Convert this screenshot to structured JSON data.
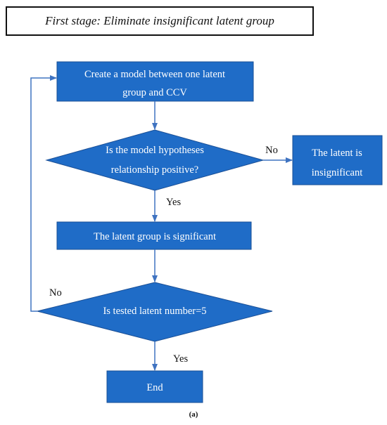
{
  "title": "First stage: Eliminate insignificant latent group",
  "nodes": {
    "create_model": {
      "line1": "Create a model between one latent",
      "line2": "group and CCV"
    },
    "hypothesis_check": {
      "line1": "Is the model hypotheses",
      "line2": "relationship positive?"
    },
    "insignificant": {
      "line1": "The latent is",
      "line2": "insignificant"
    },
    "significant": {
      "text": "The latent group is significant"
    },
    "count_check": {
      "text": "Is tested latent number=5"
    },
    "end": {
      "text": "End"
    }
  },
  "edges": {
    "hypothesis_no": "No",
    "hypothesis_yes": "Yes",
    "count_no": "No",
    "count_yes": "Yes"
  },
  "caption": "(a)",
  "colors": {
    "node_fill": "#1f6cc7",
    "node_border": "#1a4f96",
    "arrow": "#3f73c1",
    "node_text": "#ffffff"
  }
}
